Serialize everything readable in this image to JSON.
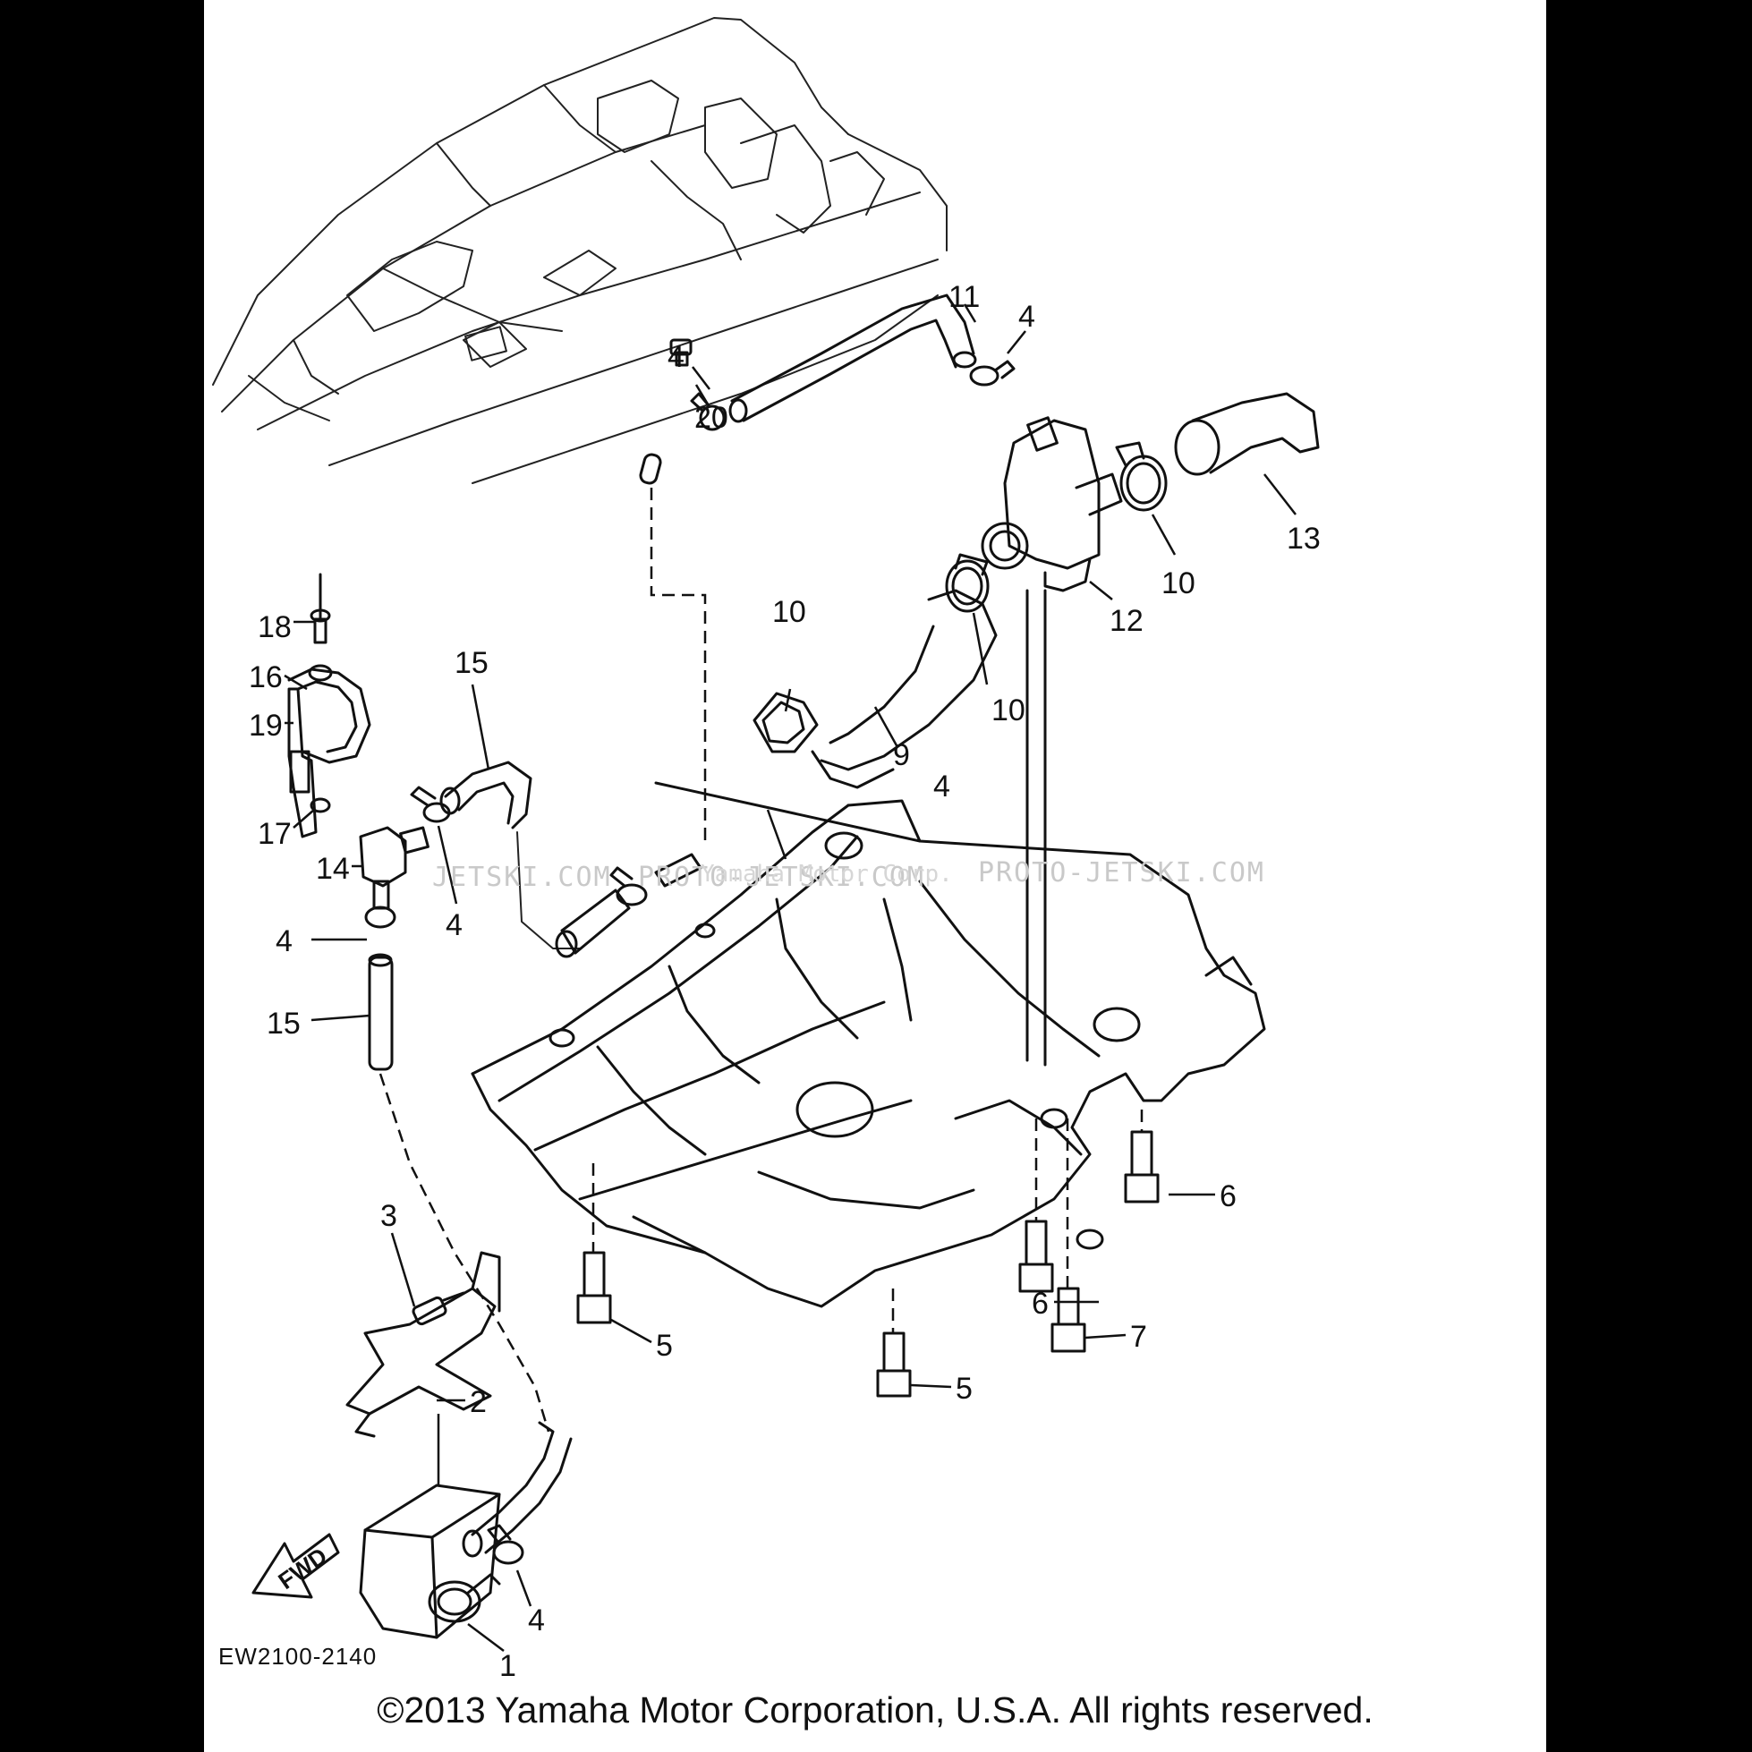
{
  "callouts": [
    {
      "id": "c11",
      "text": "11"
    },
    {
      "id": "c4a",
      "text": "4"
    },
    {
      "id": "c20",
      "text": "20"
    },
    {
      "id": "c4b",
      "text": "4"
    },
    {
      "id": "c13",
      "text": "13"
    },
    {
      "id": "c10a",
      "text": "10"
    },
    {
      "id": "c12",
      "text": "12"
    },
    {
      "id": "c10b",
      "text": "10"
    },
    {
      "id": "c10c",
      "text": "10"
    },
    {
      "id": "c9",
      "text": "9"
    },
    {
      "id": "c18",
      "text": "18"
    },
    {
      "id": "c16",
      "text": "16"
    },
    {
      "id": "c19",
      "text": "19"
    },
    {
      "id": "c15a",
      "text": "15"
    },
    {
      "id": "c17",
      "text": "17"
    },
    {
      "id": "c14",
      "text": "14"
    },
    {
      "id": "c4c",
      "text": "4"
    },
    {
      "id": "c4d",
      "text": "4"
    },
    {
      "id": "c4e",
      "text": "4"
    },
    {
      "id": "c15b",
      "text": "15"
    },
    {
      "id": "c3",
      "text": "3"
    },
    {
      "id": "c2",
      "text": "2"
    },
    {
      "id": "c6a",
      "text": "6"
    },
    {
      "id": "c6b",
      "text": "6"
    },
    {
      "id": "c7",
      "text": "7"
    },
    {
      "id": "c5a",
      "text": "5"
    },
    {
      "id": "c5b",
      "text": "5"
    },
    {
      "id": "c4f",
      "text": "4"
    },
    {
      "id": "c1",
      "text": "1"
    }
  ],
  "diagram_code": "EW2100-2140",
  "fwd_label": "FWD",
  "watermark": {
    "left": "JETSKI.COM",
    "middle": "PROTO-JETSKI.COM",
    "right": "PROTO-JETSKI.COM",
    "overlay": "Yamaha Motor Corp."
  },
  "copyright": "©2013 Yamaha Motor Corporation, U.S.A. All rights reserved."
}
